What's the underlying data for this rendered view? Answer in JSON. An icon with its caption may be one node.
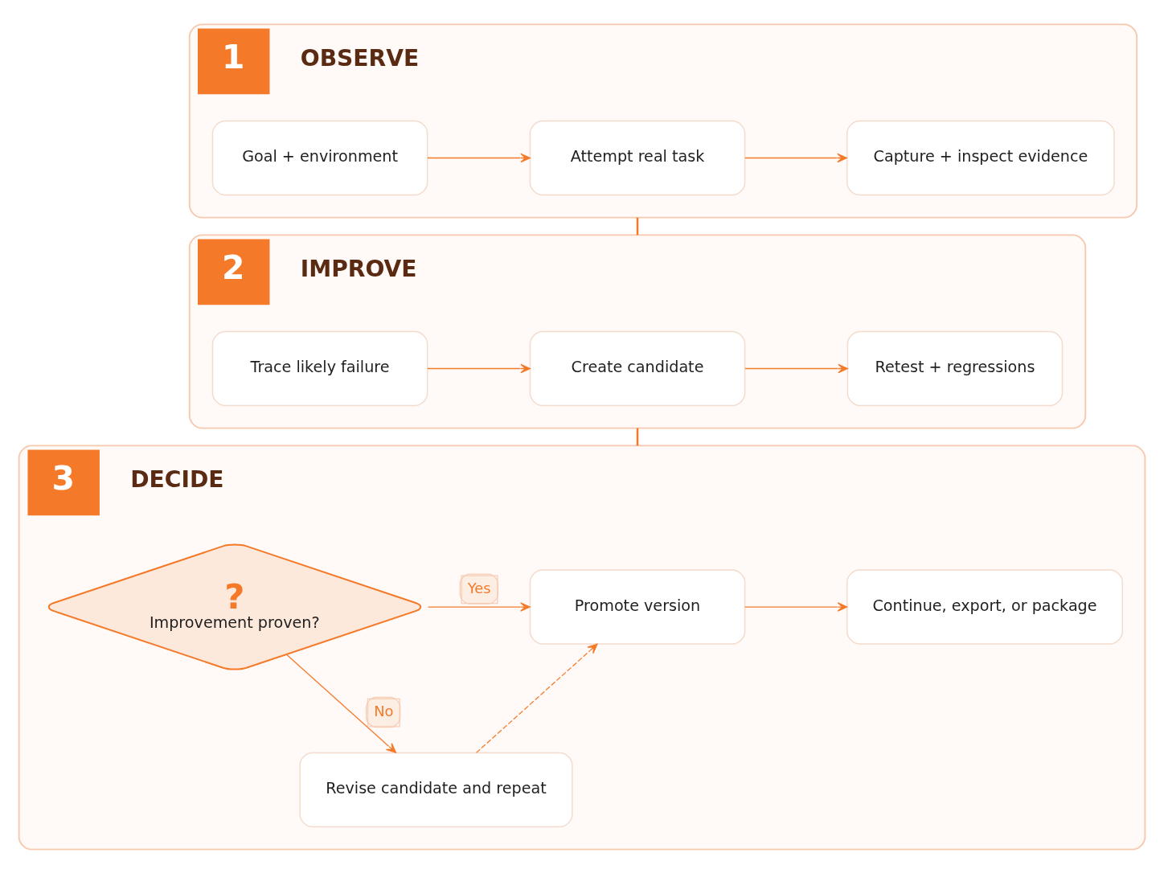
{
  "diagram": {
    "nodes": [
      {
        "text": [
          "1",
          "OBSERVE"
        ]
      },
      {
        "text": [
          "Goal + environment"
        ],
        "in": 0
      },
      {
        "text": [
          "Attempt real task"
        ],
        "in": 0
      },
      {
        "text": [
          "Capture + inspect evidence"
        ],
        "in": 0
      },
      {
        "text": [
          "2",
          "IMPROVE"
        ]
      },
      {
        "text": [
          "Trace likely failure"
        ],
        "in": 4
      },
      {
        "text": [
          "Create candidate"
        ],
        "in": 4
      },
      {
        "text": [
          "Retest + regressions"
        ],
        "in": 4
      },
      {
        "text": [
          "3",
          "DECIDE"
        ]
      },
      {
        "text": [
          "?",
          "Improvement proven?"
        ],
        "in": 8
      },
      {
        "text": [
          "Promote version"
        ],
        "in": 8
      },
      {
        "text": [
          "Continue, export, or package"
        ],
        "in": 8
      },
      {
        "text": [
          "Revise candidate and repeat"
        ],
        "in": 8
      }
    ],
    "edges": [
      {
        "from": 1,
        "to": 2,
        "arrow": "to"
      },
      {
        "from": 2,
        "to": 3,
        "arrow": "to"
      },
      {
        "from": 0,
        "to": 4,
        "arrow": "none"
      },
      {
        "from": 5,
        "to": 6,
        "arrow": "to"
      },
      {
        "from": 6,
        "to": 7,
        "arrow": "to"
      },
      {
        "from": 4,
        "to": 8,
        "arrow": "none"
      },
      {
        "from": 9,
        "to": 10,
        "arrow": "to",
        "label": "Yes"
      },
      {
        "from": 10,
        "to": 11,
        "arrow": "to"
      },
      {
        "from": 9,
        "to": 12,
        "arrow": "to",
        "label": "No"
      },
      {
        "from": 12,
        "to": 10,
        "arrow": "to",
        "style": "dashed"
      }
    ]
  }
}
